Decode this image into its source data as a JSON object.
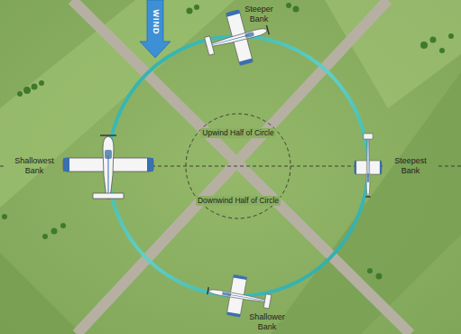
{
  "diagram": {
    "labels": [
      "WIND",
      "Steeper Bank",
      "Shallowest Bank",
      "Steepest Bank",
      "Shallower Bank",
      "Upwind Half of Circle",
      "Downwind Half of Circle"
    ]
  }
}
